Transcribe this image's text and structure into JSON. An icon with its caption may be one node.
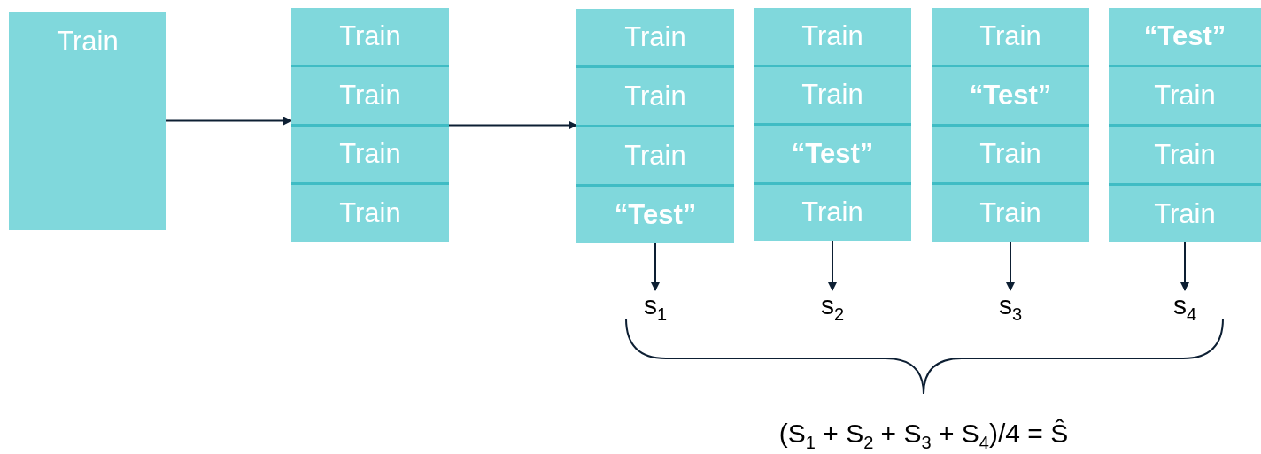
{
  "diagram": {
    "nodes": [
      {
        "text": [
          "Train"
        ]
      },
      {
        "text": [],
        "shape": "box"
      },
      {
        "text": [
          "Train"
        ],
        "in": 1
      },
      {
        "text": [
          "Train"
        ],
        "in": 1
      },
      {
        "text": [
          "Train"
        ],
        "in": 1
      },
      {
        "text": [
          "Train"
        ],
        "in": 1
      },
      {
        "text": [],
        "shape": "box"
      },
      {
        "text": [
          "Train"
        ],
        "in": 6
      },
      {
        "text": [
          "Train"
        ],
        "in": 6
      },
      {
        "text": [
          "Train"
        ],
        "in": 6
      },
      {
        "text": [
          "“Test”"
        ],
        "in": 6
      },
      {
        "text": [],
        "shape": "box"
      },
      {
        "text": [
          "Train"
        ],
        "in": 11
      },
      {
        "text": [
          "Train"
        ],
        "in": 11
      },
      {
        "text": [
          "“Test”"
        ],
        "in": 11
      },
      {
        "text": [
          "Train"
        ],
        "in": 11
      },
      {
        "text": [],
        "shape": "box"
      },
      {
        "text": [
          "Train"
        ],
        "in": 16
      },
      {
        "text": [
          "“Test”"
        ],
        "in": 16
      },
      {
        "text": [
          "Train"
        ],
        "in": 16
      },
      {
        "text": [
          "Train"
        ],
        "in": 16
      },
      {
        "text": [],
        "shape": "box"
      },
      {
        "text": [
          "“Test”"
        ],
        "in": 21
      },
      {
        "text": [
          "Train"
        ],
        "in": 21
      },
      {
        "text": [
          "Train"
        ],
        "in": 21
      },
      {
        "text": [
          "Train"
        ],
        "in": 21
      },
      {
        "text": [
          "s$_{1}$"
        ]
      },
      {
        "text": [
          "s$_{2}$"
        ]
      },
      {
        "text": [
          "s$_{3}$"
        ]
      },
      {
        "text": [
          "s$_{4}$"
        ]
      }
    ],
    "edges": [
      {
        "from": 0,
        "to": 1,
        "arrow": "to"
      },
      {
        "from": 1,
        "to": 6,
        "arrow": "to"
      },
      {
        "from": 6,
        "to": 26,
        "arrow": "to"
      },
      {
        "from": 11,
        "to": 27,
        "arrow": "to"
      },
      {
        "from": 16,
        "to": 28,
        "arrow": "to"
      },
      {
        "from": 21,
        "to": 29,
        "arrow": "to"
      }
    ],
    "labels": [
      "(S$_{1}$ + S$_{2}$ + S$_{3}$ + S$_{4}$)/4 = Ŝ"
    ]
  }
}
